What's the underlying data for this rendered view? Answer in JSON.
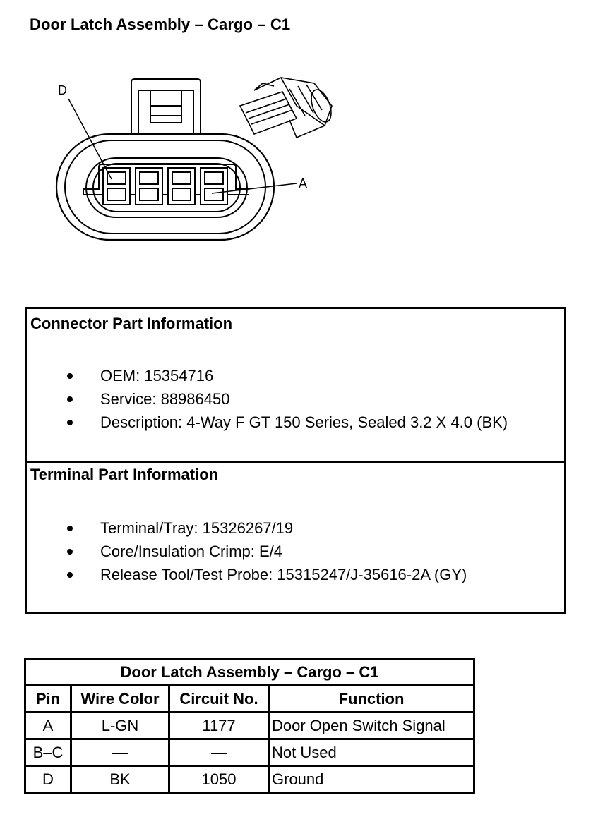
{
  "title": "Door Latch Assembly – Cargo – C1",
  "diagram": {
    "callout_d": "D",
    "callout_a": "A"
  },
  "connector_info": {
    "heading": "Connector Part Information",
    "items": [
      "OEM: 15354716",
      "Service: 88986450",
      "Description: 4-Way F GT 150 Series, Sealed 3.2 X 4.0 (BK)"
    ]
  },
  "terminal_info": {
    "heading": "Terminal Part Information",
    "items": [
      "Terminal/Tray: 15326267/19",
      "Core/Insulation Crimp: E/4",
      "Release Tool/Test Probe: 15315247/J-35616-2A (GY)"
    ]
  },
  "pin_table": {
    "title": "Door Latch Assembly – Cargo – C1",
    "headers": [
      "Pin",
      "Wire Color",
      "Circuit No.",
      "Function"
    ],
    "rows": [
      [
        "A",
        "L-GN",
        "1177",
        "Door Open Switch Signal"
      ],
      [
        "B–C",
        "—",
        "—",
        "Not Used"
      ],
      [
        "D",
        "BK",
        "1050",
        "Ground"
      ]
    ]
  }
}
